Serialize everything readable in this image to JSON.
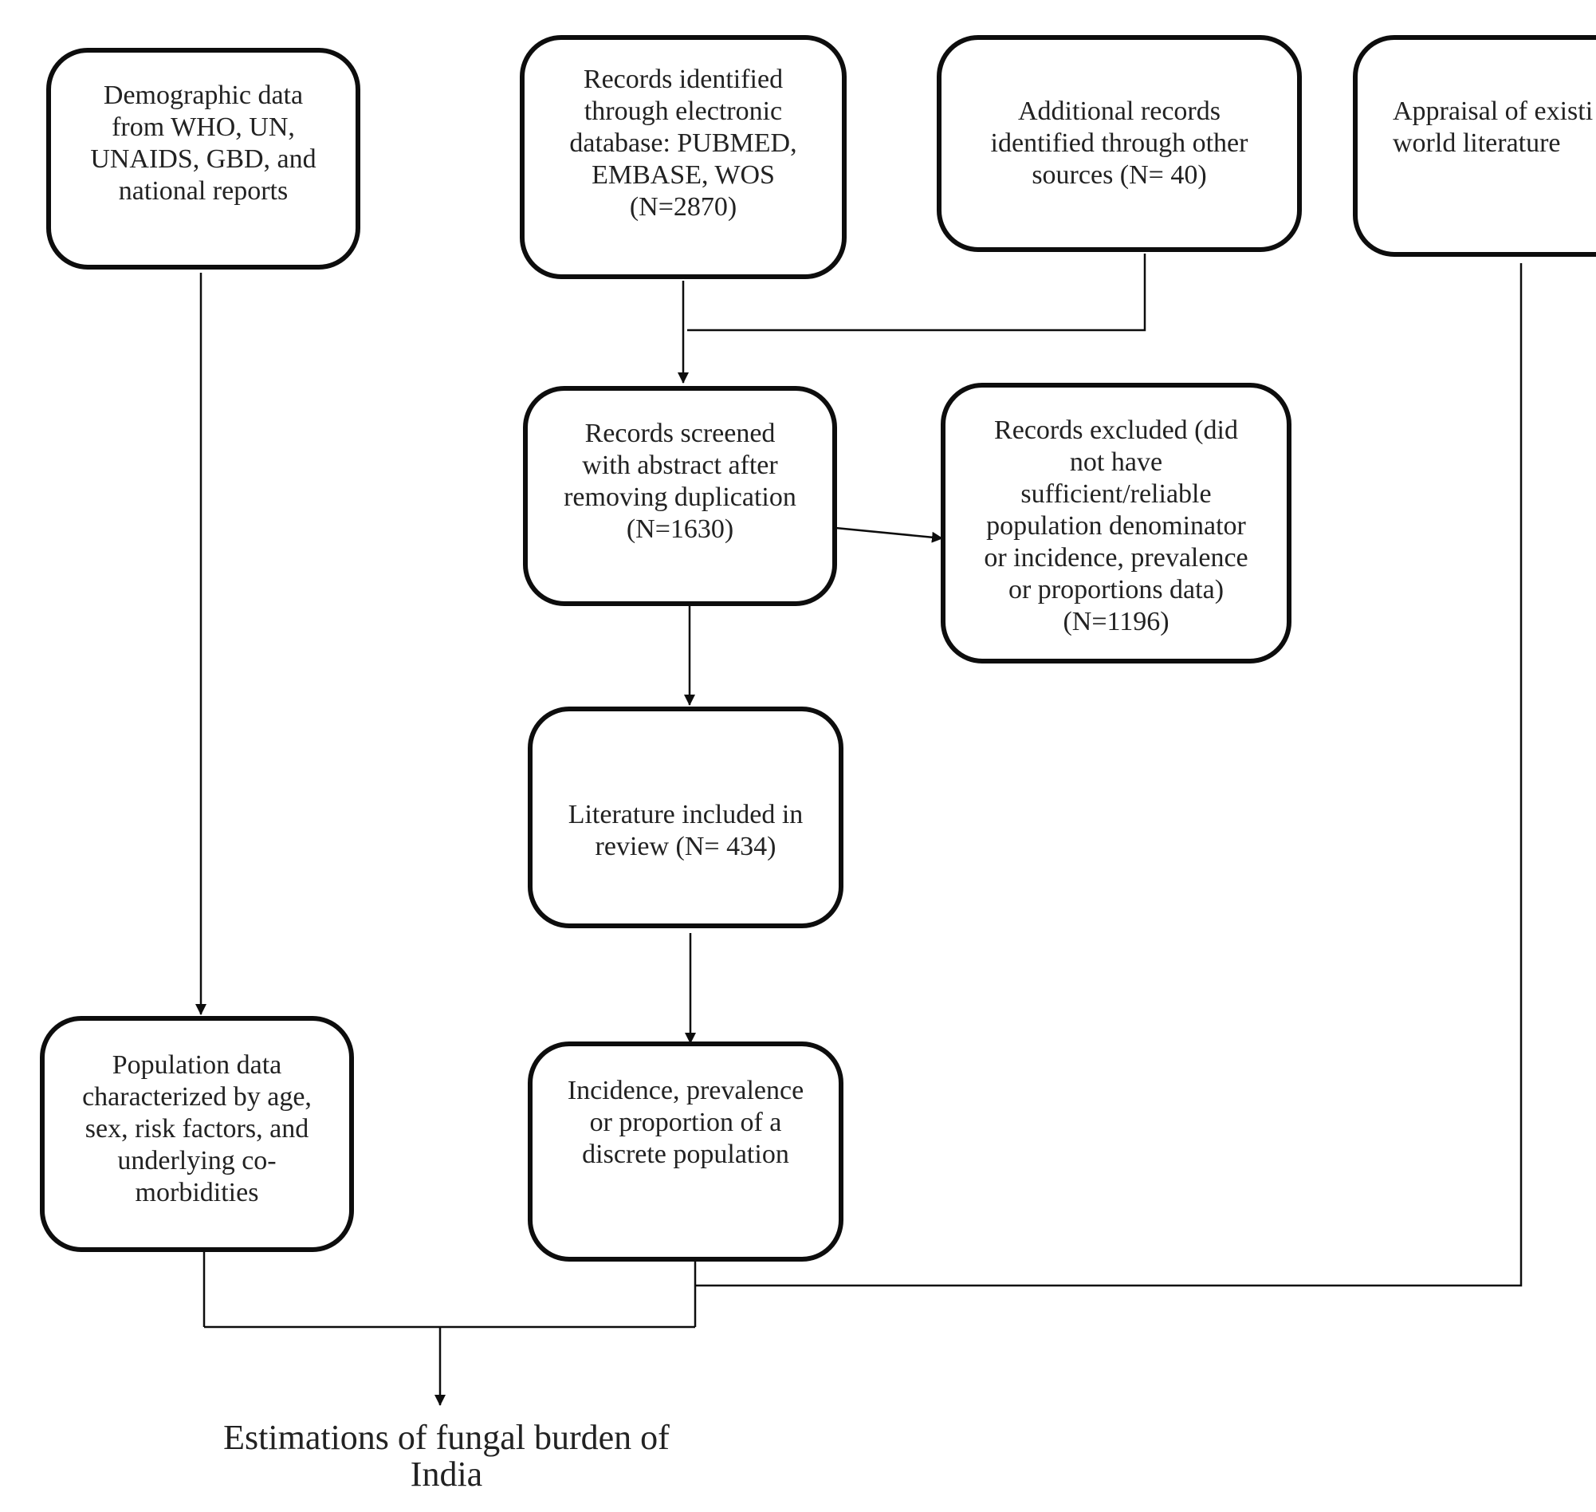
{
  "boxes": {
    "demographic": [
      "Demographic data",
      "from WHO, UN,",
      "UNAIDS, GBD, and",
      "national reports"
    ],
    "records_identified": [
      "Records identified",
      "through electronic",
      "database: PUBMED,",
      "EMBASE, WOS",
      "(N=2870)"
    ],
    "additional_records": [
      "Additional records",
      "identified through other",
      "sources (N= 40)"
    ],
    "appraisal": [
      "Appraisal of existi",
      "world literature"
    ],
    "records_screened": [
      "Records screened",
      "with abstract after",
      "removing duplication",
      "(N=1630)"
    ],
    "records_excluded": [
      "Records excluded (did",
      "not have",
      "sufficient/reliable",
      "population denominator",
      "or incidence, prevalence",
      "or proportions data)",
      "(N=1196)"
    ],
    "literature_included": [
      "Literature included in",
      "review (N= 434)"
    ],
    "population_data": [
      "Population data",
      "characterized by age,",
      "sex, risk factors, and",
      "underlying co-",
      "morbidities"
    ],
    "incidence": [
      "Incidence, prevalence",
      "or proportion of a",
      "discrete population"
    ]
  },
  "final": [
    "Estimations of fungal burden of",
    "India"
  ],
  "colors": {
    "line": "#0d0d0d",
    "text": "#222222",
    "background": "#ffffff"
  }
}
